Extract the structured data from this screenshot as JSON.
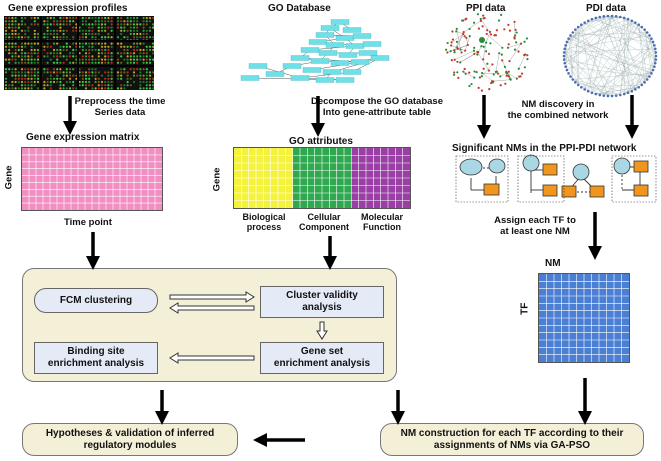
{
  "sources": {
    "gene_expression_profiles": "Gene expression profiles",
    "go_database": "GO Database",
    "ppi_data": "PPI data",
    "pdi_data": "PDI data"
  },
  "steps": {
    "preprocess": "Preprocess the time\nSeries data",
    "decompose": "Decompose the GO database\nInto gene-attribute table",
    "nm_discovery": "NM discovery in\nthe combined network",
    "assign": "Assign each TF to\nat least one NM"
  },
  "matrices": {
    "gene_expression_matrix": "Gene expression matrix",
    "gene_axis": "Gene",
    "time_point": "Time point",
    "go_attributes": "GO attributes",
    "go_gene_axis": "Gene",
    "biological_process": "Biological\nprocess",
    "cellular_component": "Cellular\nComponent",
    "molecular_function": "Molecular\nFunction",
    "significant_nms": "Significant NMs in the PPI-PDI network",
    "nm_label": "NM",
    "tf_axis": "TF"
  },
  "process_boxes": {
    "fcm_clustering": "FCM clustering",
    "cluster_validity": "Cluster validity\nanalysis",
    "binding_site": "Binding site\nenrichment analysis",
    "gene_set": "Gene set\nenrichment analysis"
  },
  "outputs": {
    "hypotheses": "Hypotheses & validation of inferred\nregulatory modules",
    "nm_construction": "NM construction for each TF according to their\nassignments of NMs via GA-PSO"
  },
  "colors": {
    "pink": "#f18fc3",
    "yellow": "#f5f23c",
    "green": "#2fa84f",
    "purple": "#9b3fa6",
    "blue": "#4a7fd4",
    "panel": "#f4f0d8",
    "node_teal": "#a9d8e4",
    "node_orange": "#f0961e",
    "box_fill": "#e4ebf7"
  }
}
